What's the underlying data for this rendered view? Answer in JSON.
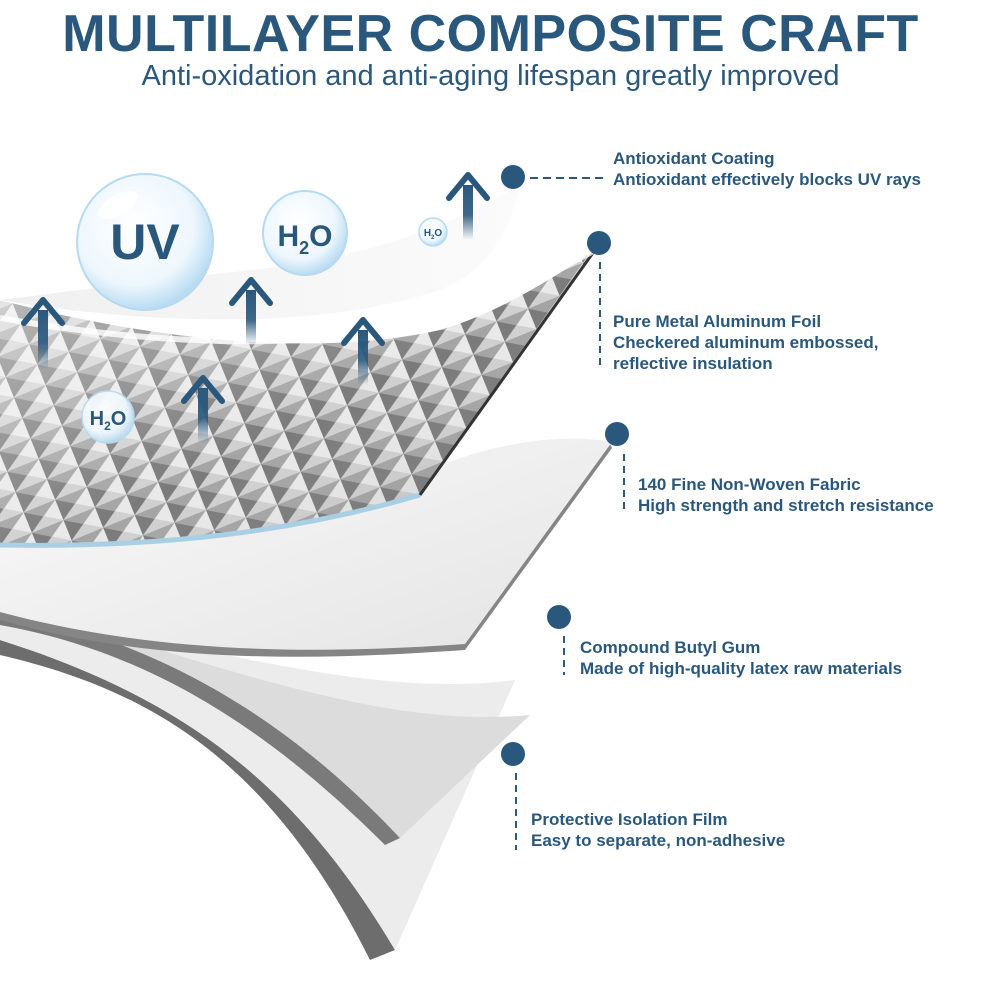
{
  "header": {
    "title": "MULTILAYER COMPOSITE CRAFT",
    "subtitle": "Anti-oxidation and anti-aging lifespan greatly improved"
  },
  "molecules": {
    "uv": "UV",
    "h2o_h": "H",
    "h2o_sub": "2",
    "h2o_o": "O"
  },
  "layers": [
    {
      "title": "Antioxidant Coating",
      "lines": [
        "Antioxidant effectively blocks UV rays"
      ]
    },
    {
      "title": "Pure Metal Aluminum Foil",
      "lines": [
        "Checkered aluminum embossed,",
        "reflective insulation"
      ]
    },
    {
      "title": "140 Fine Non-Woven Fabric",
      "lines": [
        "High strength and stretch resistance"
      ]
    },
    {
      "title": "Compound Butyl Gum",
      "lines": [
        "Made of high-quality latex raw materials"
      ]
    },
    {
      "title": "Protective Isolation Film",
      "lines": [
        "Easy to separate, non-adhesive"
      ]
    }
  ],
  "colors": {
    "accent": "#2a587d",
    "foil_dark": "#6f6f6f",
    "foil_light": "#e2e2e2",
    "fabric": "#f2f2f2",
    "bubble": "#d6ecfa"
  }
}
